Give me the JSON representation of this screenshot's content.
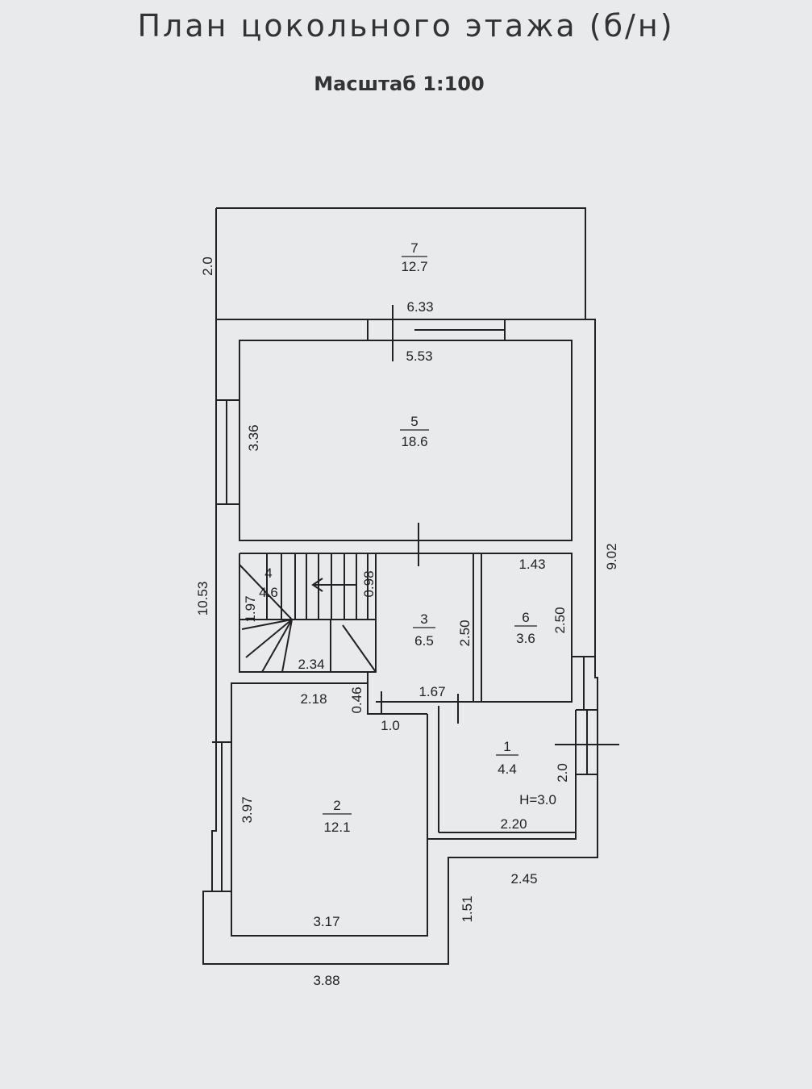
{
  "title": "План цокольного этажа (б/н)",
  "scale": "Масштаб 1:100",
  "rooms": [
    {
      "number": "7",
      "area": "12.7"
    },
    {
      "number": "5",
      "area": "18.6"
    },
    {
      "number": "4",
      "area": "4.6"
    },
    {
      "number": "3",
      "area": "6.5"
    },
    {
      "number": "6",
      "area": "3.6"
    },
    {
      "number": "1",
      "area": "4.4"
    },
    {
      "number": "2",
      "area": "12.1"
    }
  ],
  "height_note": "H=3.0",
  "dimensions": {
    "d_2_0_top": "2.0",
    "d_6_33": "6.33",
    "d_5_53": "5.53",
    "d_3_36": "3.36",
    "d_9_02": "9.02",
    "d_10_53": "10.53",
    "d_1_43": "1.43",
    "d_0_98": "0.98",
    "d_1_97": "1.97",
    "d_2_50_a": "2.50",
    "d_2_50_b": "2.50",
    "d_2_34": "2.34",
    "d_2_18": "2.18",
    "d_0_46": "0.46",
    "d_1_67": "1.67",
    "d_1_0": "1.0",
    "d_2_0_right": "2.0",
    "d_3_97": "3.97",
    "d_2_20": "2.20",
    "d_2_45": "2.45",
    "d_1_51": "1.51",
    "d_3_17": "3.17",
    "d_3_88": "3.88"
  }
}
